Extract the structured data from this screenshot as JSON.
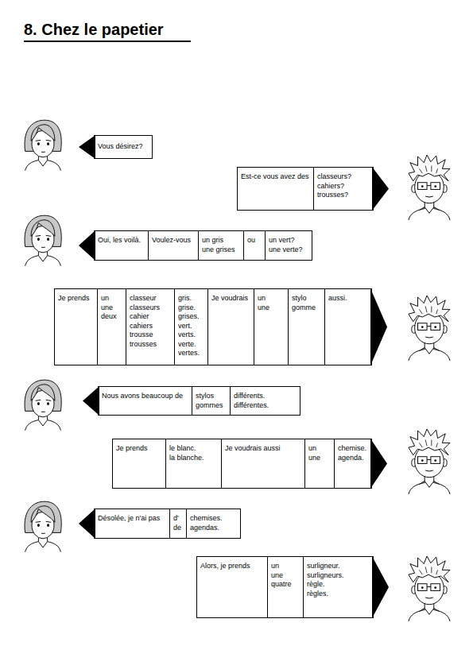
{
  "diagram": {
    "title": "8. Chez le papetier",
    "nodes": [
      {
        "text": [
          "Vous désirez?"
        ]
      },
      {
        "text": []
      },
      {
        "text": [
          "Est-ce vous avez des"
        ],
        "in": 1
      },
      {
        "text": [
          "classeurs?",
          "cahiers?",
          "trousses?"
        ],
        "in": 1
      },
      {
        "text": []
      },
      {
        "text": [
          "Oui, les voilà."
        ],
        "in": 4
      },
      {
        "text": [
          "Voulez-vous"
        ],
        "in": 4
      },
      {
        "text": [
          "un gris",
          "une grises"
        ],
        "in": 4
      },
      {
        "text": [
          "ou"
        ],
        "in": 4
      },
      {
        "text": [
          "un vert?",
          "une verte?"
        ],
        "in": 4
      },
      {
        "text": []
      },
      {
        "text": [
          "Je prends"
        ],
        "in": 10
      },
      {
        "text": [
          "un",
          "une",
          "deux"
        ],
        "in": 10
      },
      {
        "text": [
          "classeur",
          "classeurs",
          "cahier",
          "cahiers",
          "trousse",
          "trousses"
        ],
        "in": 10
      },
      {
        "text": [
          "gris.",
          "grise.",
          "grises.",
          "vert.",
          "verts.",
          "verte.",
          "vertes."
        ],
        "in": 10
      },
      {
        "text": [
          "Je voudrais"
        ],
        "in": 10
      },
      {
        "text": [
          "un",
          "une"
        ],
        "in": 10
      },
      {
        "text": [
          "stylo",
          "gomme"
        ],
        "in": 10
      },
      {
        "text": [
          "aussi."
        ],
        "in": 10
      },
      {
        "text": []
      },
      {
        "text": [
          "Nous avons beaucoup de"
        ],
        "in": 19
      },
      {
        "text": [
          "stylos",
          "gommes"
        ],
        "in": 19
      },
      {
        "text": [
          "différents.",
          "différentes."
        ],
        "in": 19
      },
      {
        "text": []
      },
      {
        "text": [
          "Je prends"
        ],
        "in": 23
      },
      {
        "text": [
          "le blanc.",
          "la blanche."
        ],
        "in": 23
      },
      {
        "text": [
          "Je voudrais aussi"
        ],
        "in": 23
      },
      {
        "text": [
          "un",
          "une"
        ],
        "in": 23
      },
      {
        "text": [
          "chemise.",
          "agenda."
        ],
        "in": 23
      },
      {
        "text": []
      },
      {
        "text": [
          "Désolée, je n'ai pas"
        ],
        "in": 29
      },
      {
        "text": [
          "d'",
          "de"
        ],
        "in": 29
      },
      {
        "text": [
          "chemises.",
          "agendas."
        ],
        "in": 29
      },
      {
        "text": []
      },
      {
        "text": [
          "Alors, je prends"
        ],
        "in": 33
      },
      {
        "text": [
          "un",
          "une",
          "quatre"
        ],
        "in": 33
      },
      {
        "text": [
          "surligneur.",
          "surligneurs.",
          "règle.",
          "règles."
        ],
        "in": 33
      }
    ]
  }
}
